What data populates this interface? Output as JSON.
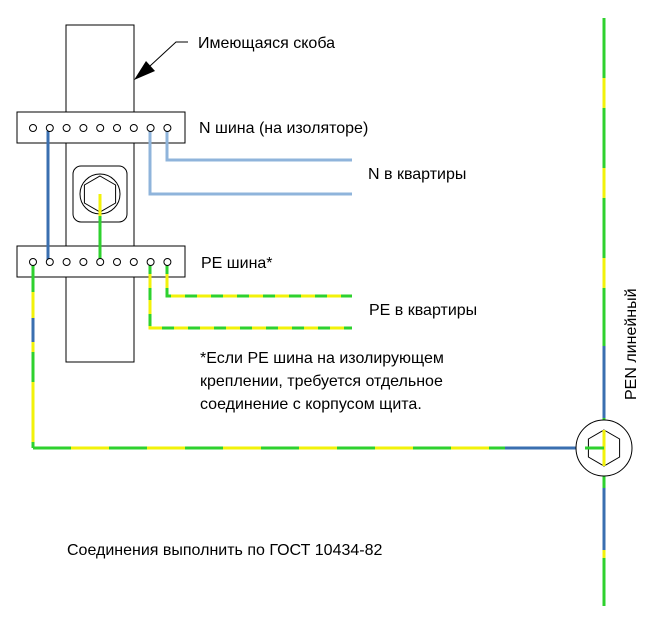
{
  "labels": {
    "bracket": "Имеющаяся скоба",
    "n_bus": "N шина (на изоляторе)",
    "n_to_apartments": "N в квартиры",
    "pe_bus": "PE шина*",
    "pe_to_apartments": "PE в квартиры",
    "footnote_line1": "*Если PE шина на изолирующем",
    "footnote_line2": "креплении, требуется отдельное",
    "footnote_line3": "соединение с корпусом щита.",
    "pen_line": "PEN линейный",
    "gost_note": "Соединения выполнить по ГОСТ 10434-82"
  },
  "colors": {
    "neutral_dark": "#3a6fb0",
    "neutral_light": "#8fb4db",
    "pe_yellow": "#f2f20a",
    "pe_green": "#2ed12e",
    "outline": "#000000"
  },
  "n_bus_terminals": 9,
  "pe_bus_terminals": 9
}
